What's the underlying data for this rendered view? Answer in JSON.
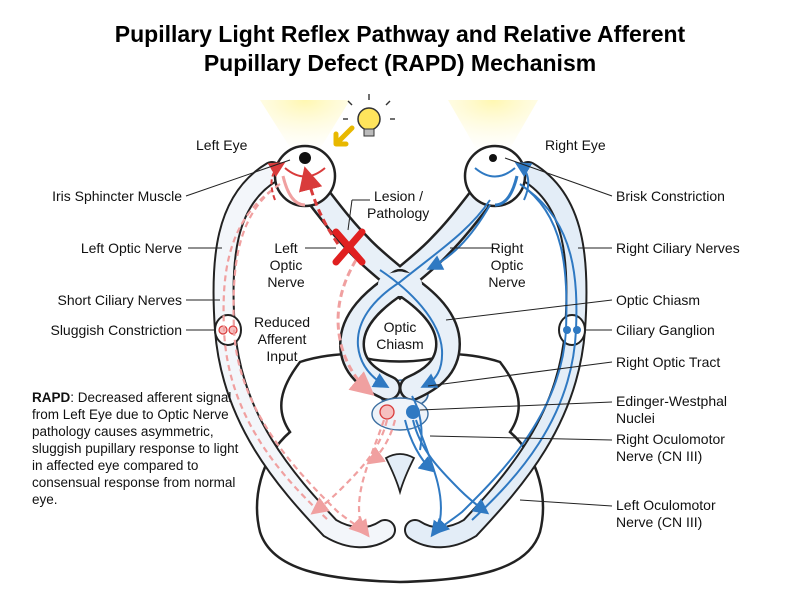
{
  "title": {
    "line1": "Pupillary Light Reflex Pathway and Relative Afferent",
    "line2": "Pupillary Defect (RAPD) Mechanism"
  },
  "labels": {
    "left_eye": "Left Eye",
    "right_eye": "Right Eye",
    "iris_sphincter": "Iris Sphincter Muscle",
    "left_optic_nerve_outer": "Left Optic Nerve",
    "short_ciliary": "Short Ciliary Nerves",
    "sluggish": "Sluggish Constriction",
    "lesion_1": "Lesion /",
    "lesion_2": "Pathology",
    "left_optic_inner_1": "Left",
    "left_optic_inner_2": "Optic",
    "left_optic_inner_3": "Nerve",
    "right_optic_inner_1": "Right",
    "right_optic_inner_2": "Optic",
    "right_optic_inner_3": "Nerve",
    "reduced_1": "Reduced",
    "reduced_2": "Afferent",
    "reduced_3": "Input",
    "chiasm_inner_1": "Optic",
    "chiasm_inner_2": "Chiasm",
    "brisk": "Brisk Constriction",
    "right_ciliary": "Right Ciliary Nerves",
    "optic_chiasm": "Optic Chiasm",
    "ciliary_ganglion": "Ciliary Ganglion",
    "right_optic_tract": "Right Optic Tract",
    "ew_1": "Edinger-Westphal",
    "ew_2": "Nuclei",
    "r_ocn_1": "Right Oculomotor",
    "r_ocn_2": "Nerve (CN III)",
    "l_ocn_1": "Left Oculomotor",
    "l_ocn_2": "Nerve (CN III)"
  },
  "rapd": {
    "term": "RAPD",
    "text": ": Decreased afferent signal from Left Eye due to Optic Nerve pathology causes asymmetric, sluggish pupillary response to light in affected eye compared to consensual response from normal eye."
  },
  "colors": {
    "affected_red": "#d93b3b",
    "pale_red": "#f0a0a0",
    "normal_blue": "#2f79c2",
    "pale_blue": "#d6e8f7",
    "light_yellow": "#fff3a0",
    "lesion_x": "#e02020"
  },
  "icons": [
    "light-bulb-icon",
    "light-arrow-icon",
    "lesion-x-icon"
  ]
}
